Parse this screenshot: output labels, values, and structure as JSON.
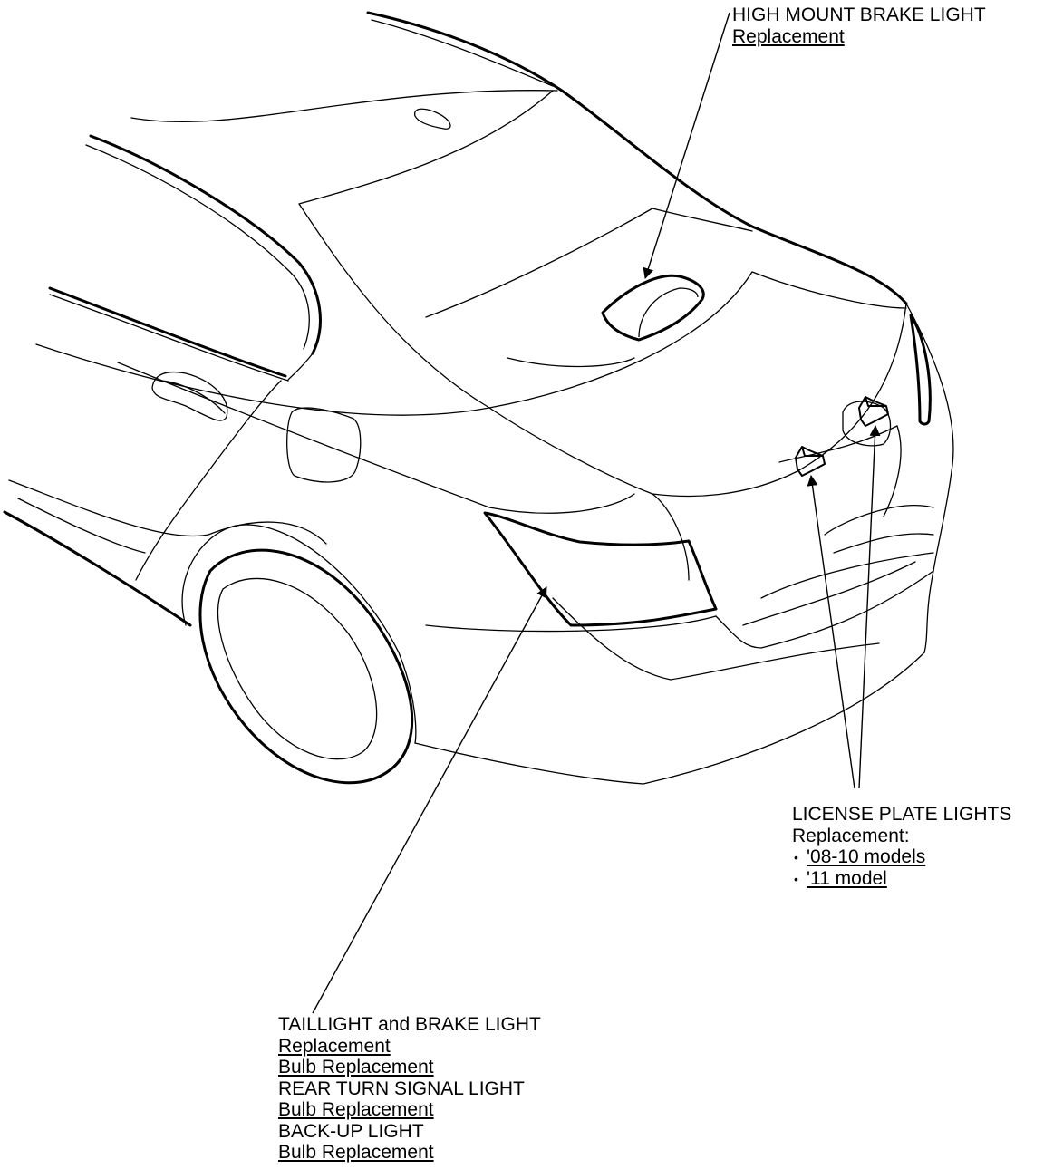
{
  "high_mount": {
    "title": "HIGH MOUNT BRAKE LIGHT",
    "link": "Replacement"
  },
  "license_plate": {
    "title": "LICENSE PLATE LIGHTS",
    "subtitle": "Replacement:",
    "bullet": "•",
    "links": [
      "'08-10 models",
      "'11 model"
    ]
  },
  "taillight": {
    "title1": "TAILLIGHT and BRAKE LIGHT",
    "link1": "Replacement",
    "link2": "Bulb Replacement",
    "title2": "REAR TURN SIGNAL LIGHT",
    "link3": "Bulb Replacement",
    "title3": "BACK-UP LIGHT",
    "link4": "Bulb Replacement"
  },
  "colors": {
    "line": "#000000",
    "background": "#ffffff"
  }
}
